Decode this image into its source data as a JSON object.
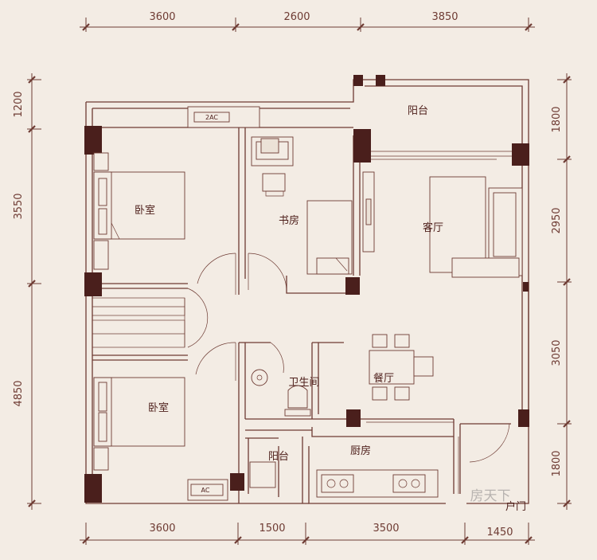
{
  "dimensions": {
    "top": [
      "3600",
      "2600",
      "3850"
    ],
    "bottom": [
      "3600",
      "1500",
      "3500",
      "1450"
    ],
    "left": [
      "1200",
      "3550",
      "4850"
    ],
    "right": [
      "1800",
      "2950",
      "3050",
      "1800"
    ]
  },
  "rooms": {
    "bedroom_top": "卧室",
    "study": "书房",
    "living_room": "客厅",
    "balcony_top": "阳台",
    "dining_room": "餐厅",
    "bathroom": "卫生间",
    "bedroom_bottom": "卧室",
    "kitchen": "厨房",
    "balcony_bottom": "阳台"
  },
  "tags": {
    "ac_top": "2AC",
    "ac_bottom": "AC",
    "entrance": "户门"
  },
  "watermark": "房天下",
  "colors": {
    "background": "#f3ece4",
    "line": "#6e3b33",
    "column": "#4a1f1c",
    "text": "#4d1e1a"
  }
}
